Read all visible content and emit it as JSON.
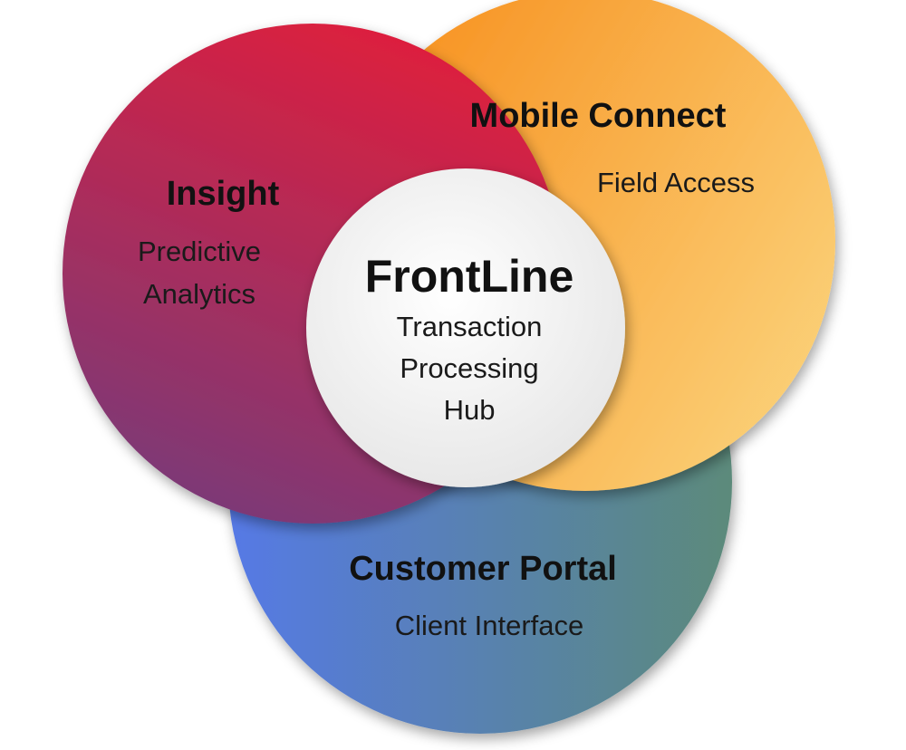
{
  "center": {
    "title": "FrontLine",
    "lines": [
      "Transaction",
      "Processing",
      "Hub"
    ]
  },
  "insight": {
    "title": "Insight",
    "lines": [
      "Predictive",
      "Analytics"
    ]
  },
  "mobile": {
    "title": "Mobile Connect",
    "lines": [
      "Field Access"
    ]
  },
  "portal": {
    "title": "Customer Portal",
    "lines": [
      "Client Interface"
    ]
  },
  "colors": {
    "insight_top": "#e01e3c",
    "insight_bottom": "#7a3a78",
    "mobile_left": "#f7901e",
    "mobile_right": "#fbd27a",
    "portal_left": "#5679e6",
    "portal_right": "#5b8a7a",
    "center": "#f0f0f0"
  }
}
